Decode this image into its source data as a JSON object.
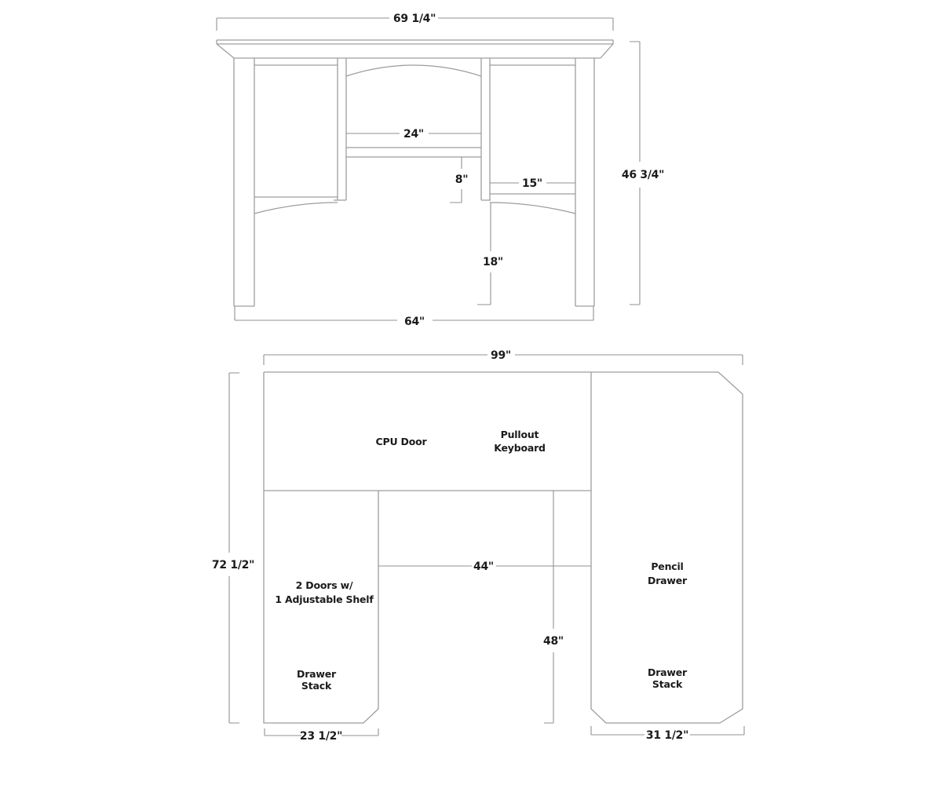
{
  "drawing": {
    "front_view": {
      "dimensions": {
        "top_width": "69 1/4\"",
        "overall_height": "46 3/4\"",
        "base_width": "64\"",
        "center_shelf_width": "24\"",
        "shelf_drop": "8\"",
        "side_drawer_width": "15\"",
        "knee_clearance": "18\""
      }
    },
    "plan_view": {
      "dimensions": {
        "overall_width": "99\"",
        "overall_depth": "72 1/2\"",
        "kneehole_width": "44\"",
        "kneehole_depth": "48\"",
        "left_pedestal_width": "23 1/2\"",
        "right_pedestal_width": "31 1/2\""
      },
      "labels": {
        "cpu_door": "CPU Door",
        "pullout_keyboard": [
          "Pullout",
          "Keyboard"
        ],
        "left_cabinet": [
          "2 Doors w/",
          "1 Adjustable Shelf"
        ],
        "pencil_drawer": [
          "Pencil",
          "Drawer"
        ],
        "drawer_stack": [
          "Drawer",
          "Stack"
        ]
      }
    },
    "colors": {
      "structure_line": "#9a9da1",
      "dimension_line": "#8f9296",
      "text": "#1b1b1b",
      "background": "#ffffff"
    }
  }
}
